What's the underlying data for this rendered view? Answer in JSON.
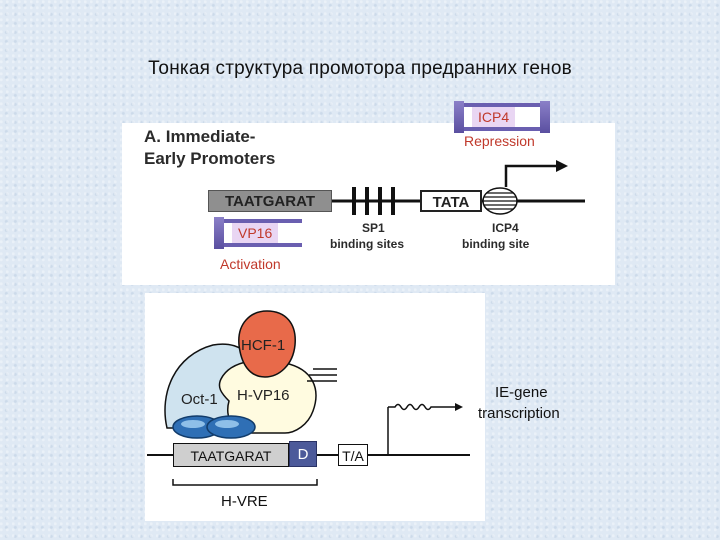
{
  "slide": {
    "title": "Тонкая структура промотора предранних генов"
  },
  "panel_a": {
    "heading_line1": "A. Immediate-",
    "heading_line2": "Early Promoters",
    "icp4_box": "ICP4",
    "repression_label": "Repression",
    "taatgarat_box": "TAATGARAT",
    "tata_box": "TATA",
    "vp16_box": "VP16",
    "activation_label": "Activation",
    "sp1_label_line1": "SP1",
    "sp1_label_line2": "binding sites",
    "icp4_site_line1": "ICP4",
    "icp4_site_line2": "binding site"
  },
  "panel_b": {
    "hcf1_label": "HCF-1",
    "oct1_label": "Oct-1",
    "hvp16_label": "H-VP16",
    "taatgarat_box": "TAATGARAT",
    "d_box": "D",
    "ta_box": "T/A",
    "transcription_line1": "IE-gene",
    "transcription_line2": "transcription",
    "hvre_label": "H-VRE"
  },
  "colors": {
    "repression_red": "#c0392b",
    "bar_purple": "#6a5fb0",
    "hcf1_fill": "#e86a4a",
    "oct1_fill": "#cfe3ef",
    "vp16_fill": "#fffbe0",
    "dna_blob_fill": "#2f6fb5",
    "d_box_fill": "#4c5a9a"
  }
}
